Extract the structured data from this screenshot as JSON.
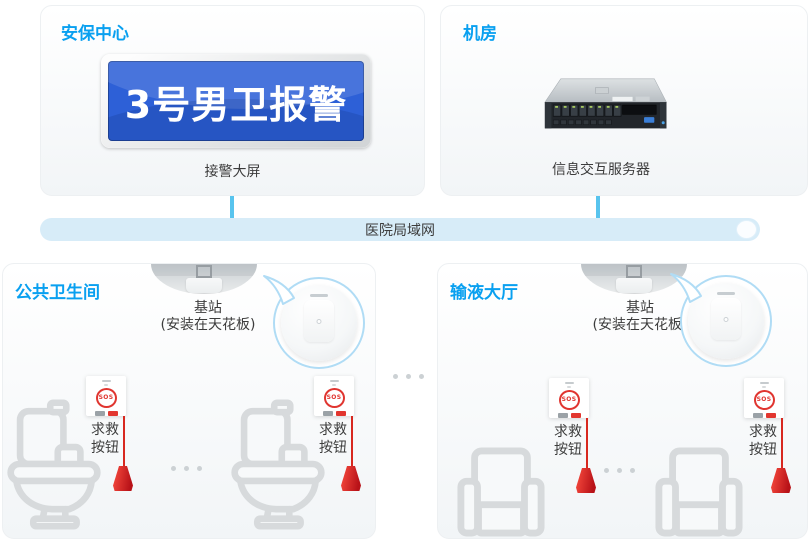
{
  "top": {
    "security": {
      "title": "安保中心",
      "screen_text": "3号男卫报警",
      "caption": "接警大屏"
    },
    "server_room": {
      "title": "机房",
      "caption": "信息交互服务器"
    }
  },
  "network": {
    "label": "医院局域网"
  },
  "rooms": [
    {
      "title": "公共卫生间",
      "station_name": "基站",
      "station_note": "(安装在天花板)",
      "sos": "SOS",
      "button_line1": "求救",
      "button_line2": "按钮",
      "furniture": "toilet"
    },
    {
      "title": "输液大厅",
      "station_name": "基站",
      "station_note": "(安装在天花板)",
      "sos": "SOS",
      "button_line1": "求救",
      "button_line2": "按钮",
      "furniture": "armchair"
    }
  ],
  "icons": {
    "server": "rack-server",
    "ceiling_station": "ceiling-mounted-base-station",
    "station_device": "round-lora-base-station",
    "pull_handle": "red-pull-cord-handle",
    "lan_end_cap": "pipe-end-ellipse",
    "ellipsis": "three-dots"
  },
  "colors": {
    "accent_blue": "#09a0f0",
    "screen_blue": "#2d60d7",
    "connector_blue": "#58c4ee",
    "lan_fill": "#d7ecf8",
    "alarm_red": "#e03530",
    "cord_red": "#d8281f",
    "lineart_gray": "#d7dadc",
    "text_dark": "#3c3c3c"
  }
}
